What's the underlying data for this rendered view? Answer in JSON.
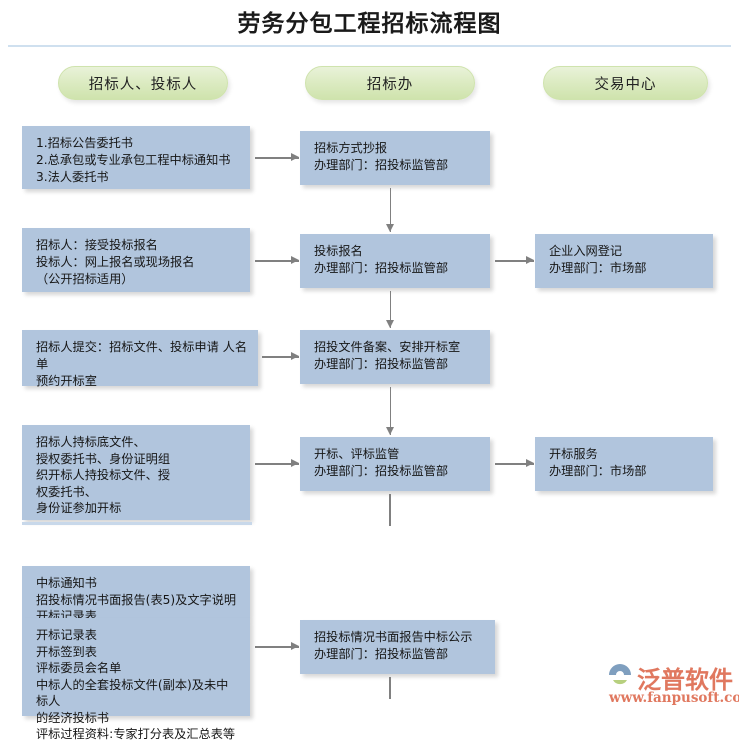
{
  "title": "劳务分包工程招标流程图",
  "columns": [
    {
      "label": "招标人、投标人"
    },
    {
      "label": "招标办"
    },
    {
      "label": "交易中心"
    }
  ],
  "left_nodes": [
    {
      "text": "1.招标公告委托书\n2.总承包或专业承包工程中标通知书\n3.法人委托书"
    },
    {
      "text": "招标人：接受投标报名\n投标人：网上报名或现场报名\n（公开招标适用）"
    },
    {
      "text": "招标人提交：招标文件、投标申请 人名单\n预约开标室"
    },
    {
      "text": "招标人持标底文件、\n授权委托书、身份证明组\n织开标人持投标文件、授\n权委托书、\n身份证参加开标"
    },
    {
      "text": "中标通知书\n招投标情况书面报告(表5)及文字说明\n开标记录表"
    },
    {
      "text": "开标记录表\n开标签到表\n评标委员会名单\n中标人的全套投标文件(副本)及未中标人\n的经济投标书\n评标过程资料:专家打分表及汇总表等"
    }
  ],
  "middle_nodes": [
    {
      "text": "招标方式抄报\n办理部门：招投标监管部"
    },
    {
      "text": "投标报名\n办理部门：招投标监管部"
    },
    {
      "text": "招投文件备案、安排开标室\n办理部门：招投标监管部"
    },
    {
      "text": "开标、评标监管\n办理部门：招投标监管部"
    },
    {
      "text": "招投标情况书面报告中标公示\n办理部门：招投标监管部"
    }
  ],
  "right_nodes": [
    {
      "text": "企业入网登记\n办理部门：市场部"
    },
    {
      "text": "开标服务\n办理部门：市场部"
    }
  ],
  "watermark": {
    "brand": "泛普软件",
    "url": "www.fanpusoft.com"
  },
  "colors": {
    "node_fill": "#b1c5dd",
    "header_fill": "#dcebc2",
    "connector": "#808080",
    "watermark": "#e0785f",
    "title_rule": "#cfe0ef"
  }
}
